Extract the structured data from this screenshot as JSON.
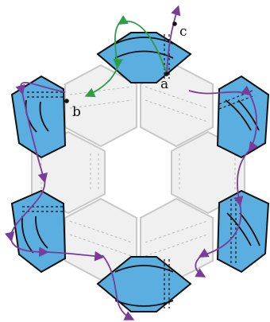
{
  "diagram": {
    "labels": {
      "a": "a",
      "b": "b",
      "c": "c"
    },
    "colors": {
      "tile_fill": "#5aaee0",
      "tile_stroke": "#111111",
      "hex_fill": "#f0f0f0",
      "hex_stroke": "#c8c8c8",
      "purple_path": "#7a3c99",
      "green_path": "#2f9d48",
      "dashed": "#7a7a7a"
    }
  }
}
